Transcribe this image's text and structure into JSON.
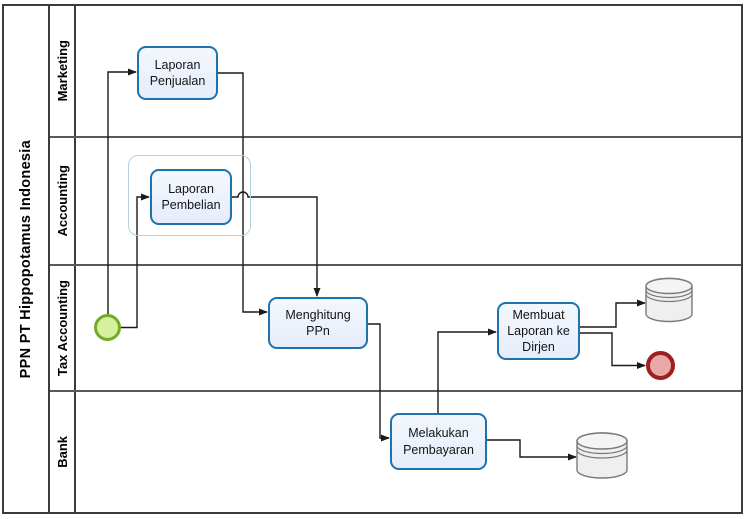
{
  "diagram": {
    "type": "bpmn-swimlane-flowchart",
    "pool_title": "PPN PT Hippopotamus Indonesia",
    "lanes": [
      {
        "label": "Marketing"
      },
      {
        "label": "Accounting"
      },
      {
        "label": "Tax Accounting"
      },
      {
        "label": "Bank"
      }
    ],
    "tasks": [
      {
        "label": "Laporan Penjualan",
        "lane": "Marketing"
      },
      {
        "label": "Laporan Pembelian",
        "lane": "Accounting"
      },
      {
        "label": "Menghitung PPn",
        "lane": "Tax Accounting"
      },
      {
        "label": "Membuat Laporan ke Dirjen",
        "lane": "Tax Accounting"
      },
      {
        "label": "Melakukan Pembayaran",
        "lane": "Bank"
      }
    ],
    "events": [
      {
        "name": "start-event",
        "type": "start",
        "lane": "Tax Accounting"
      },
      {
        "name": "end-event",
        "type": "end",
        "lane": "Tax Accounting"
      }
    ],
    "data_stores": [
      {
        "name": "data-store-1",
        "lane": "Tax Accounting"
      },
      {
        "name": "data-store-2",
        "lane": "Bank"
      }
    ],
    "flows": [
      {
        "from": "start-event",
        "to": "Laporan Penjualan"
      },
      {
        "from": "start-event",
        "to": "Laporan Pembelian"
      },
      {
        "from": "Laporan Penjualan",
        "to": "Menghitung PPn"
      },
      {
        "from": "Laporan Pembelian",
        "to": "Menghitung PPn"
      },
      {
        "from": "Menghitung PPn",
        "to": "Melakukan Pembayaran"
      },
      {
        "from": "Melakukan Pembayaran",
        "to": "Membuat Laporan ke Dirjen"
      },
      {
        "from": "Membuat Laporan ke Dirjen",
        "to": "data-store-1"
      },
      {
        "from": "Membuat Laporan ke Dirjen",
        "to": "end-event"
      },
      {
        "from": "Melakukan Pembayaran",
        "to": "data-store-2"
      }
    ],
    "colors": {
      "task-border": "#1e72ad",
      "task-fill": "#e6edfa",
      "task-fill-top": "#f3f7fd",
      "group-border": "#b3d2df",
      "start-border": "#77a827",
      "start-fill": "#d7f09e",
      "end-border": "#9e1f1f",
      "end-fill": "#eaa9a9",
      "store-border": "#7a7a7a",
      "store-fill": "#efefef",
      "store-top": "#f4f4f4",
      "lane-border": "#3b3b3b",
      "connector": "#1a1a1a"
    }
  }
}
